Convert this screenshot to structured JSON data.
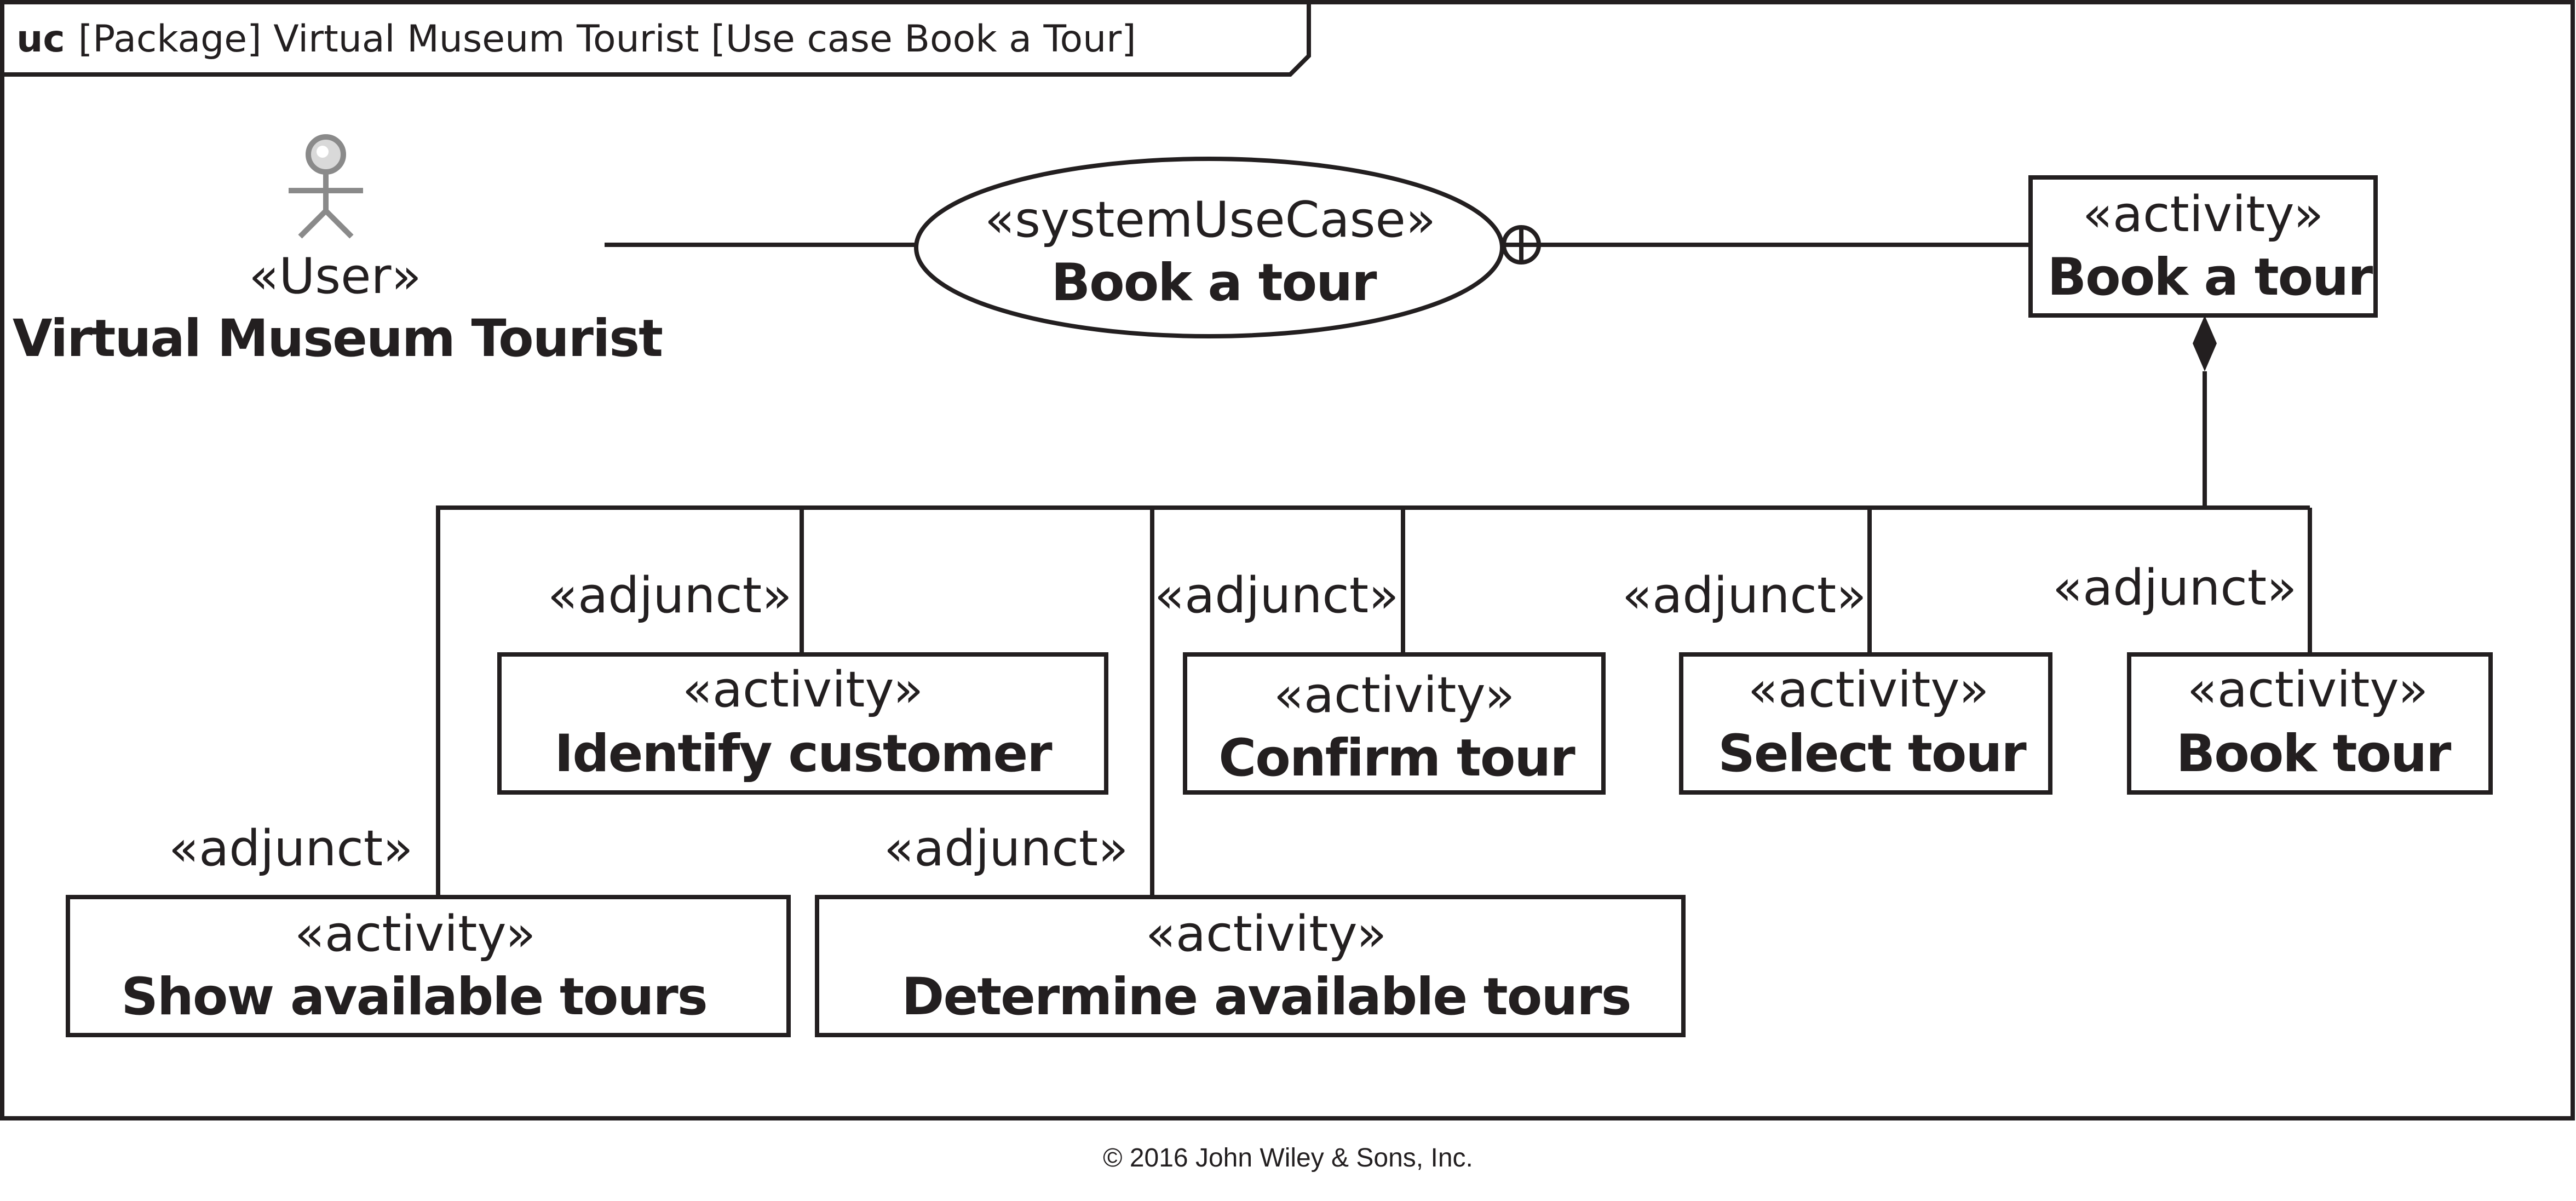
{
  "frame": {
    "keyword": "uc",
    "title": "[Package] Virtual Museum Tourist [Use case Book a Tour]"
  },
  "actor": {
    "stereotype": "«User»",
    "name": "Virtual Museum Tourist",
    "icon": "stick-figure-actor-icon"
  },
  "use_case": {
    "stereotype": "«systemUseCase»",
    "name": "Book a tour"
  },
  "main_activity": {
    "stereotype": "«activity»",
    "name": "Book a tour"
  },
  "sub_activities": [
    {
      "id": "identify-customer",
      "stereotype": "«activity»",
      "name": "Identify customer",
      "relation": "«adjunct»"
    },
    {
      "id": "confirm-tour",
      "stereotype": "«activity»",
      "name": "Confirm tour",
      "relation": "«adjunct»"
    },
    {
      "id": "select-tour",
      "stereotype": "«activity»",
      "name": "Select tour",
      "relation": "«adjunct»"
    },
    {
      "id": "book-tour",
      "stereotype": "«activity»",
      "name": "Book tour",
      "relation": "«adjunct»"
    },
    {
      "id": "show-available-tours",
      "stereotype": "«activity»",
      "name": "Show available tours",
      "relation": "«adjunct»"
    },
    {
      "id": "determine-available-tours",
      "stereotype": "«activity»",
      "name": "Determine available tours",
      "relation": "«adjunct»"
    }
  ],
  "copyright": "© 2016 John Wiley & Sons, Inc.",
  "colors": {
    "ink": "#231f20",
    "background": "#ffffff",
    "actor_gray": "#8a8a8a"
  }
}
